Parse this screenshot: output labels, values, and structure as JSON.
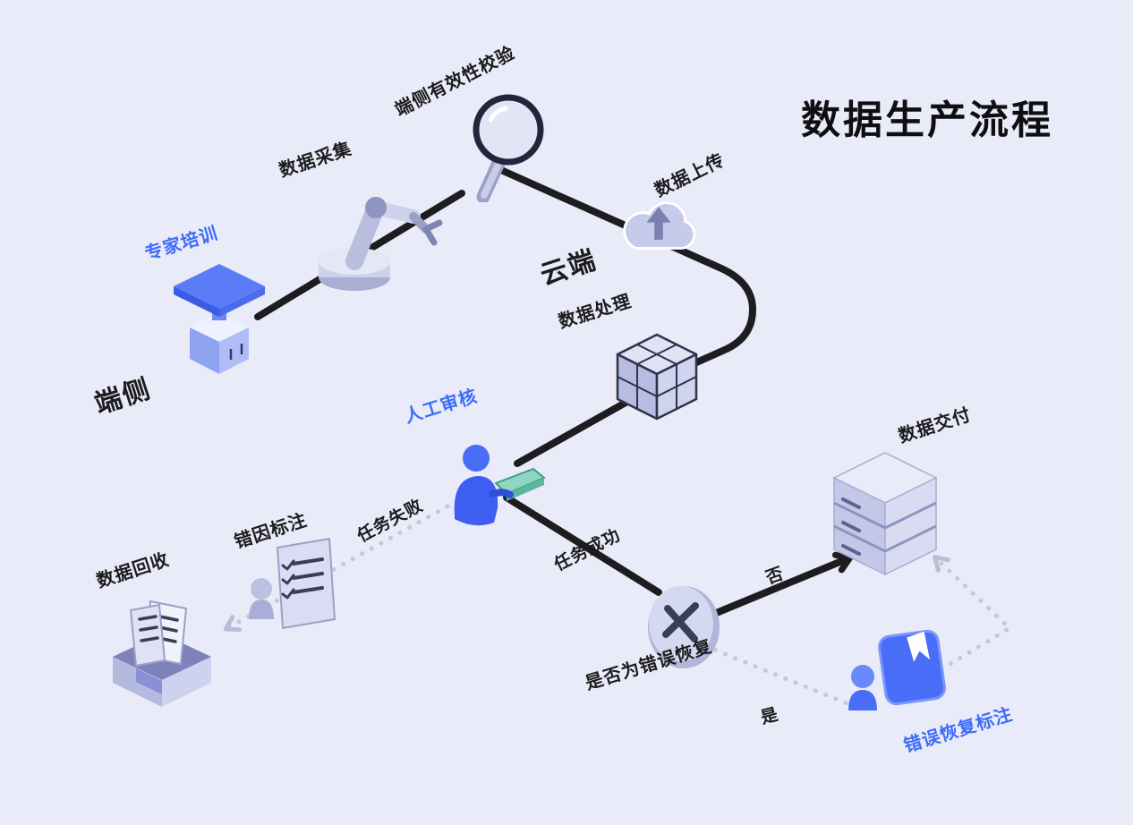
{
  "title": "数据生产流程",
  "zones": {
    "device": {
      "label": "端侧"
    },
    "cloud": {
      "label": "云端"
    }
  },
  "nodes": {
    "expert_training": {
      "label": "专家培训",
      "icon": "lectern-icon",
      "accent": true
    },
    "data_collection": {
      "label": "数据采集",
      "icon": "robot-arm-icon",
      "accent": false
    },
    "device_validation": {
      "label": "端侧有效性校验",
      "icon": "magnifier-icon",
      "accent": false
    },
    "data_upload": {
      "label": "数据上传",
      "icon": "cloud-upload-icon",
      "accent": false
    },
    "data_processing": {
      "label": "数据处理",
      "icon": "cube-icon",
      "accent": false
    },
    "manual_review": {
      "label": "人工审核",
      "icon": "reviewer-laptop-icon",
      "accent": true
    },
    "error_cause_annotation": {
      "label": "错因标注",
      "icon": "person-document-icon",
      "accent": false
    },
    "data_recycle": {
      "label": "数据回收",
      "icon": "archive-box-icon",
      "accent": false
    },
    "recovery_decision": {
      "label": "是否为错误恢复",
      "icon": "x-decision-icon",
      "accent": false
    },
    "data_delivery": {
      "label": "数据交付",
      "icon": "server-icon",
      "accent": false
    },
    "error_recovery_annotation": {
      "label": "错误恢复标注",
      "icon": "person-book-icon",
      "accent": true
    }
  },
  "edges": {
    "task_failed": {
      "label": "任务失败",
      "style": "dotted"
    },
    "task_success": {
      "label": "任务成功",
      "style": "solid"
    },
    "no": {
      "label": "否",
      "style": "solid"
    },
    "yes": {
      "label": "是",
      "style": "dotted"
    }
  },
  "colors": {
    "background": "#e9ebf8",
    "accent_blue": "#3d6bfb",
    "solid_line": "#1d1d20",
    "dotted_line": "#c4c8de"
  }
}
